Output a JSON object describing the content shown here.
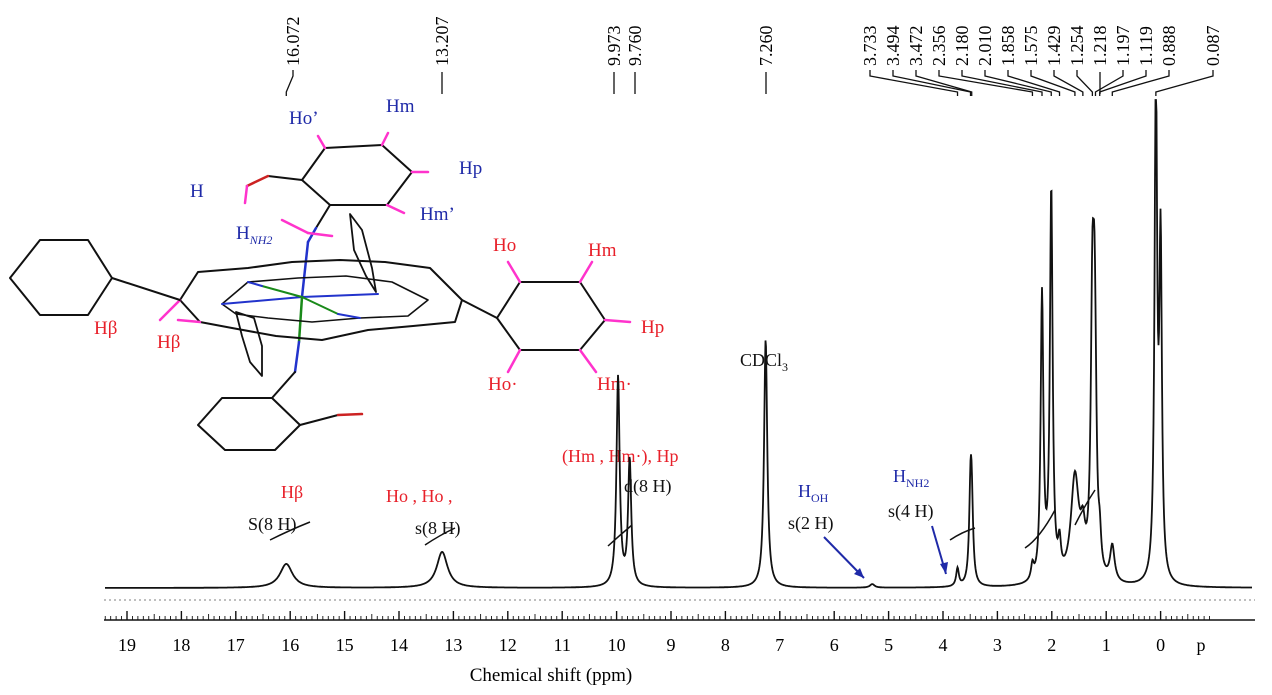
{
  "chart_data": {
    "type": "line",
    "title": "",
    "xlabel": "Chemical shift (ppm)",
    "ylabel": "",
    "xlim": [
      19.5,
      -1.0
    ],
    "x_reversed": true,
    "x_tick_labels": [
      "19",
      "18",
      "17",
      "16",
      "15",
      "14",
      "13",
      "12",
      "11",
      "10",
      "9",
      "8",
      "7",
      "6",
      "5",
      "4",
      "3",
      "2",
      "1",
      "0"
    ],
    "x_unit_trailing_label": "p",
    "grid": false,
    "peak_list": [
      "16.072",
      "13.207",
      "9.973",
      "9.760",
      "7.260",
      "3.733",
      "3.494",
      "3.472",
      "2.356",
      "2.180",
      "2.010",
      "1.858",
      "1.575",
      "1.429",
      "1.254",
      "1.218",
      "1.197",
      "1.119",
      "0.888",
      "0.087"
    ],
    "peaks": [
      {
        "shift": 16.072,
        "height": 0.08,
        "width": 0.14
      },
      {
        "shift": 13.207,
        "height": 0.12,
        "width": 0.12
      },
      {
        "shift": 9.973,
        "height": 0.7,
        "width": 0.035
      },
      {
        "shift": 9.76,
        "height": 0.42,
        "width": 0.035
      },
      {
        "shift": 7.26,
        "height": 0.83,
        "width": 0.035
      },
      {
        "shift": 5.3,
        "height": 0.012,
        "width": 0.05
      },
      {
        "shift": 3.733,
        "height": 0.06,
        "width": 0.03
      },
      {
        "shift": 3.494,
        "height": 0.28,
        "width": 0.03
      },
      {
        "shift": 3.472,
        "height": 0.22,
        "width": 0.03
      },
      {
        "shift": 2.356,
        "height": 0.05,
        "width": 0.03
      },
      {
        "shift": 2.18,
        "height": 0.95,
        "width": 0.03
      },
      {
        "shift": 2.01,
        "height": 1.3,
        "width": 0.03
      },
      {
        "shift": 1.858,
        "height": 0.1,
        "width": 0.03
      },
      {
        "shift": 1.575,
        "height": 0.35,
        "width": 0.09
      },
      {
        "shift": 1.429,
        "height": 0.12,
        "width": 0.05
      },
      {
        "shift": 1.254,
        "height": 0.85,
        "width": 0.035
      },
      {
        "shift": 1.218,
        "height": 0.55,
        "width": 0.03
      },
      {
        "shift": 1.197,
        "height": 0.3,
        "width": 0.03
      },
      {
        "shift": 1.119,
        "height": 0.1,
        "width": 0.03
      },
      {
        "shift": 0.888,
        "height": 0.12,
        "width": 0.05
      },
      {
        "shift": 0.087,
        "height": 1.7,
        "width": 0.028
      },
      {
        "shift": 0.0,
        "height": 1.1,
        "width": 0.028
      }
    ],
    "annotations": [
      {
        "text": "Hβ",
        "color": "#e8202a",
        "shift": 16.0
      },
      {
        "text": "S(8 H)",
        "color": "#111111",
        "shift": 16.0
      },
      {
        "text": "Ho ,   Ho ,",
        "color": "#e8202a",
        "shift": 13.2
      },
      {
        "text": "s(8 H)",
        "color": "#111111",
        "shift": 13.2
      },
      {
        "text": "(Hm , Hm·), Hp",
        "color": "#e8202a",
        "shift": 10.9
      },
      {
        "text": "d(8 H)",
        "color": "#111111",
        "shift": 9.35
      },
      {
        "text": "CDCl",
        "subscript": "3",
        "color": "#111111",
        "shift": 7.26
      },
      {
        "text": "H",
        "subscript": "OH",
        "color": "#1f2aa8",
        "shift": 6.1
      },
      {
        "text": "s(2 H)",
        "color": "#111111",
        "shift": 6.1
      },
      {
        "text": "H",
        "subscript": "NH2",
        "color": "#1f2aa8",
        "shift": 4.2
      },
      {
        "text": "s(4 H)",
        "color": "#111111",
        "shift": 4.1
      }
    ]
  },
  "structure_labels": {
    "ho_prime": "Ho’",
    "hm_top": "Hm",
    "hp_top": "Hp",
    "hm_prime_top": "Hm’",
    "h_oh": "H",
    "h_nh2": "H",
    "h_nh2_sub": "NH2",
    "ho_right": "Ho",
    "hm_right": "Hm",
    "hp_right": "Hp",
    "ho_dot_right": "Ho·",
    "hm_dot_right": "Hm·",
    "hbeta_1": "Hβ",
    "hbeta_2": "Hβ"
  },
  "colors": {
    "spectrum": "#111111",
    "label_red": "#e8202a",
    "label_blue": "#1f2aa8",
    "bond_blue": "#2233cc",
    "bond_magenta": "#ff33cc",
    "bond_green": "#1a8a1a",
    "bond_red": "#cc2222"
  }
}
